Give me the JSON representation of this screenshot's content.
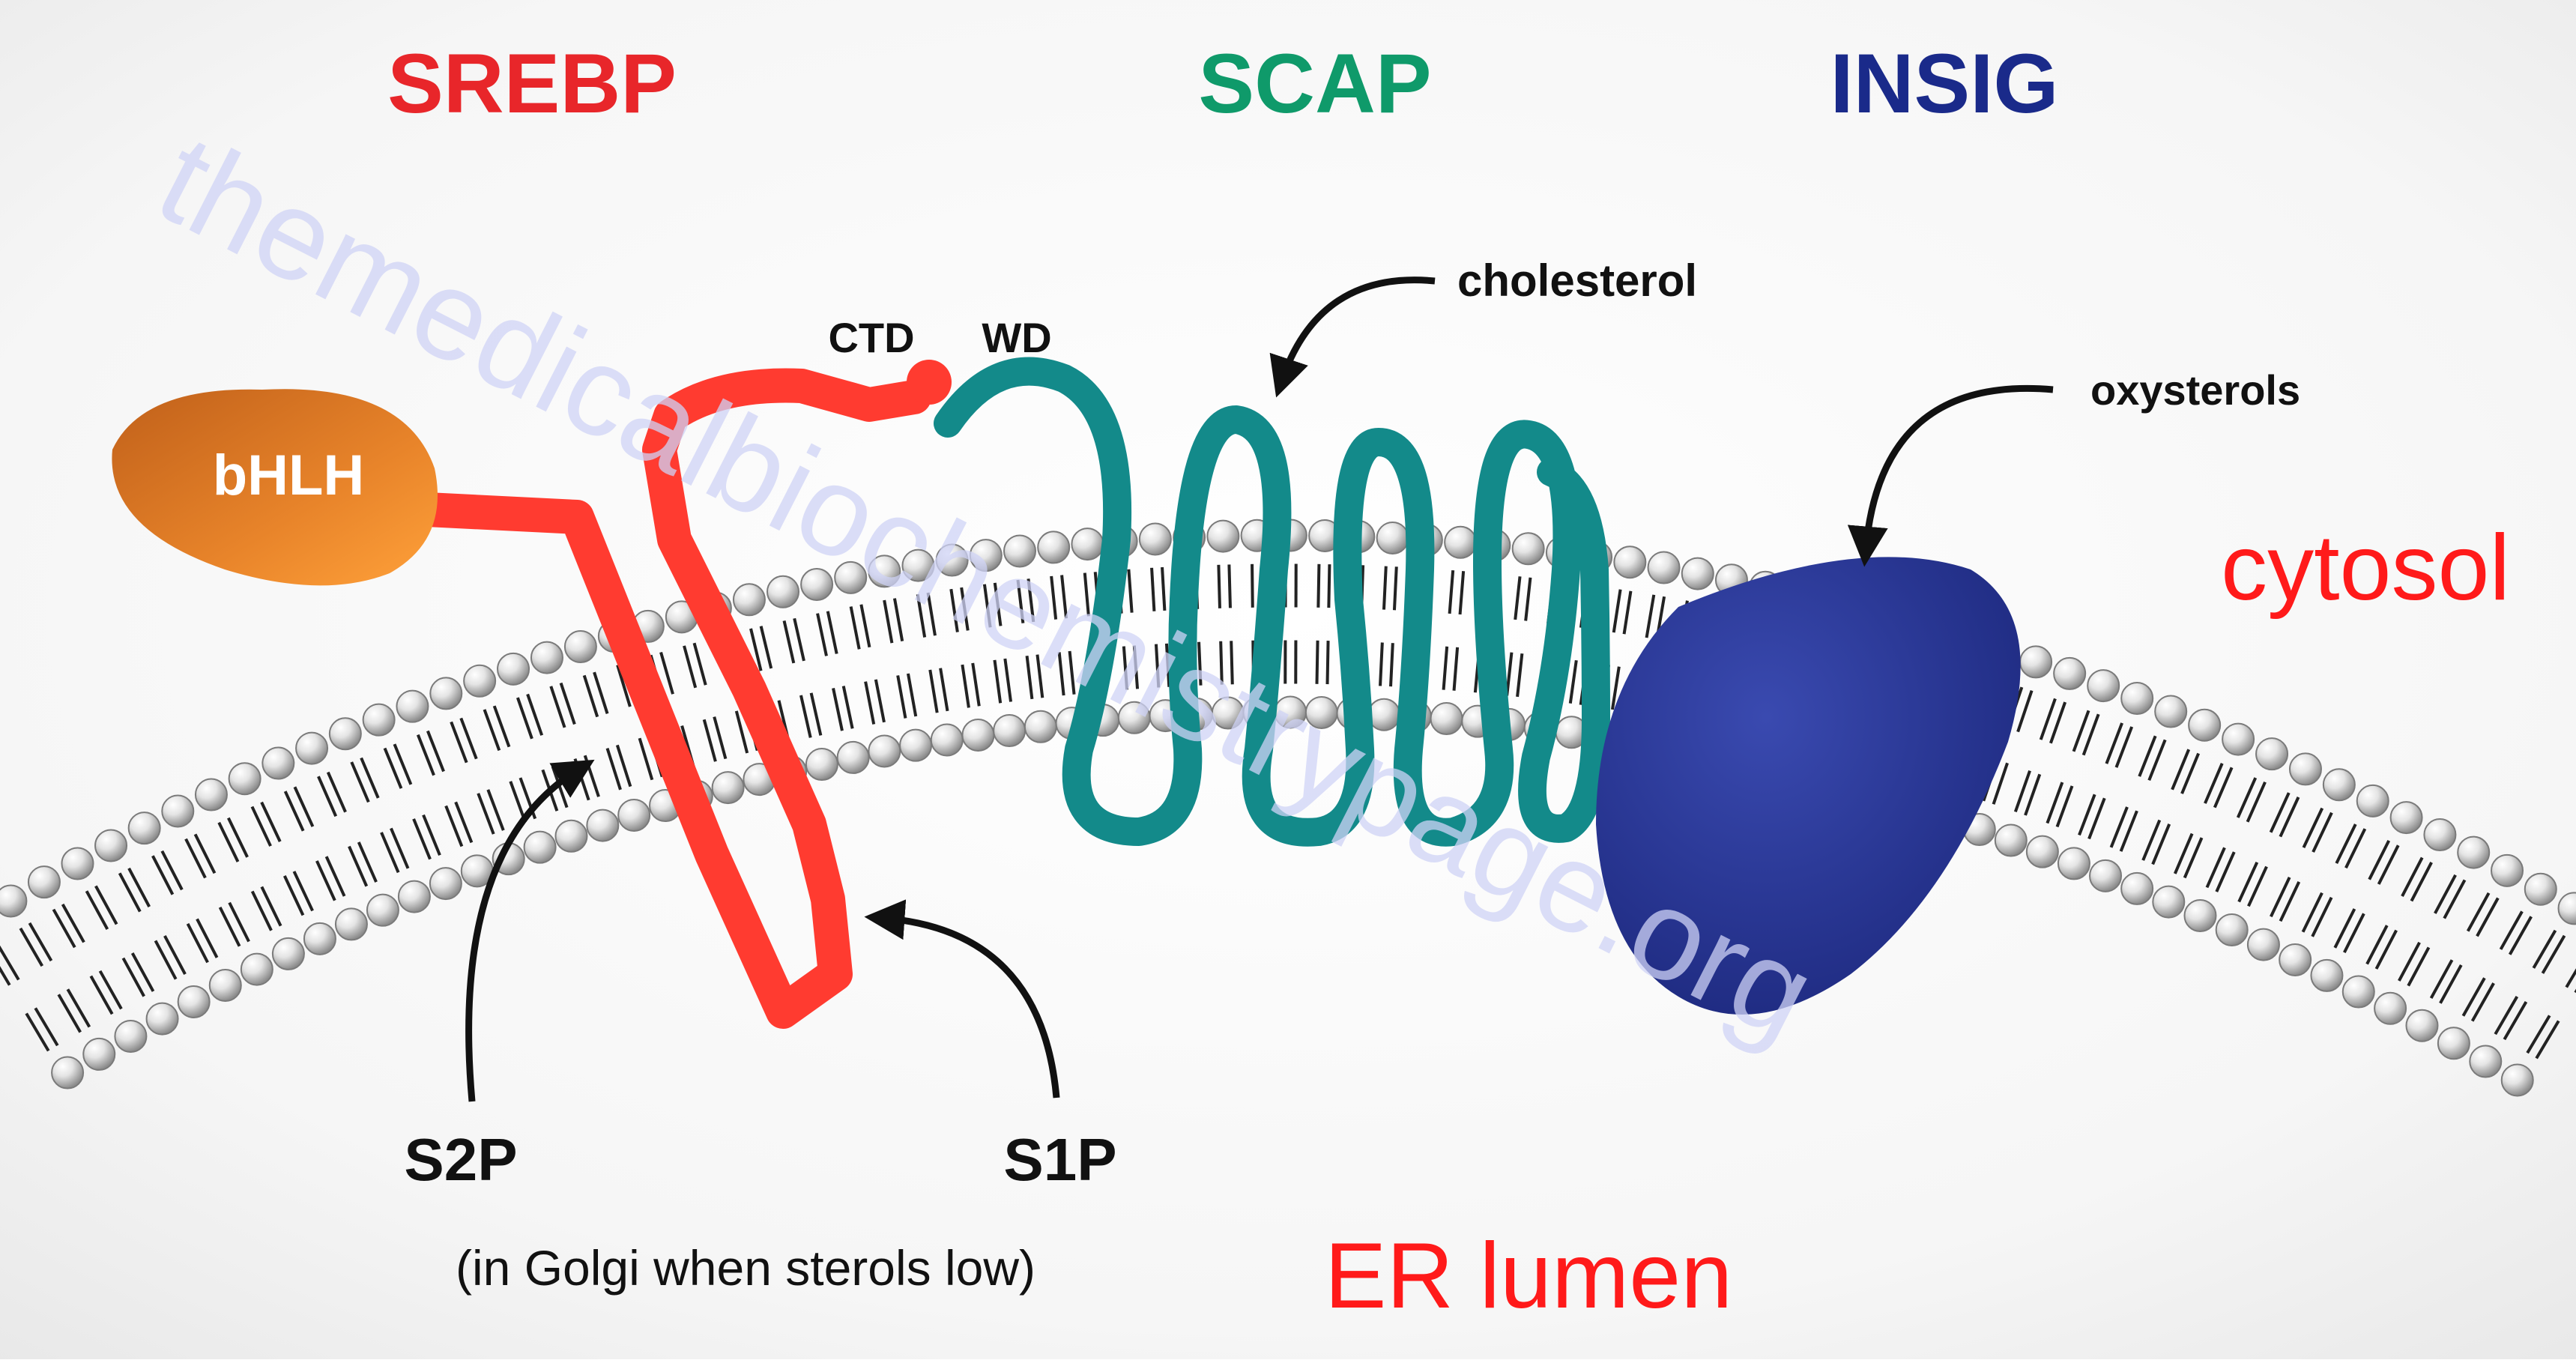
{
  "proteins": {
    "srebp": {
      "label": "SREBP",
      "color": "#e8262a"
    },
    "scap": {
      "label": "SCAP",
      "color": "#0f9a6a"
    },
    "insig": {
      "label": "INSIG",
      "color": "#1a2a8a"
    }
  },
  "domains": {
    "bhlh": "bHLH",
    "ctd": "CTD",
    "wd": "WD"
  },
  "annotations": {
    "cholesterol": "cholesterol",
    "oxysterols": "oxysterols",
    "s2p": "S2P",
    "s1p": "S1P",
    "golgi_note": "(in Golgi when sterols low)"
  },
  "compartments": {
    "cytosol": "cytosol",
    "er_lumen": "ER lumen"
  },
  "watermark": "themedicalbiochemistrypage.org",
  "colors": {
    "srebp_chain": "#ff3b30",
    "bhlh_fill": "#e07a22",
    "scap_chain": "#138a8a",
    "insig_fill": "#2a3a9a",
    "compartment_red": "#ff1a1a",
    "watermark": "#cfd3f5"
  }
}
